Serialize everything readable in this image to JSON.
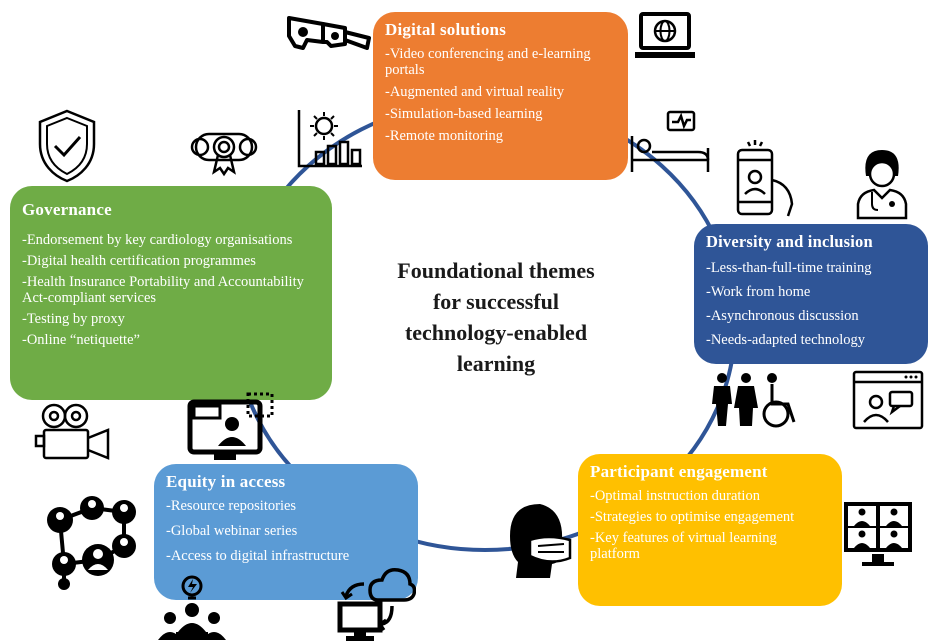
{
  "center_title": [
    "Foundational themes",
    "for successful",
    "technology-enabled",
    "learning"
  ],
  "boxes": {
    "digital": {
      "title": "Digital solutions",
      "items": [
        "-Video conferencing and e-learning portals",
        "-Augmented and virtual reality",
        "-Simulation-based learning",
        "-Remote monitoring"
      ],
      "color": "#ed7d31"
    },
    "governance": {
      "title": "Governance",
      "items": [
        "-Endorsement by key cardiology organisations",
        "-Digital health certification programmes",
        "-Health Insurance Portability and Accountability Act-compliant services",
        "-Testing by proxy",
        "-Online “netiquette”"
      ],
      "color": "#6fac46"
    },
    "diversity": {
      "title": "Diversity and inclusion",
      "items": [
        "-Less-than-full-time training",
        "-Work from home",
        "-Asynchronous discussion",
        "-Needs-adapted technology"
      ],
      "color": "#2f5597"
    },
    "equity": {
      "title": "Equity in access",
      "items": [
        "-Resource repositories",
        "-Global webinar series",
        "-Access to digital infrastructure"
      ],
      "color": "#5b9bd5"
    },
    "participant": {
      "title": "Participant engagement",
      "items": [
        "-Optimal instruction duration",
        "-Strategies to optimise engagement",
        "-Key features of virtual learning platform"
      ],
      "color": "#ffc000"
    }
  },
  "icons": [
    "vr-glasses-icon",
    "laptop-globe-icon",
    "shield-check-icon",
    "certificate-icon",
    "virus-chart-icon",
    "patient-monitor-icon",
    "phone-doctor-icon",
    "doctor-icon",
    "video-camera-icon",
    "webinar-screen-icon",
    "people-diversity-icon",
    "video-chat-window-icon",
    "network-people-icon",
    "masked-person-icon",
    "video-grid-icon",
    "idea-group-icon",
    "cloud-sync-icon"
  ]
}
